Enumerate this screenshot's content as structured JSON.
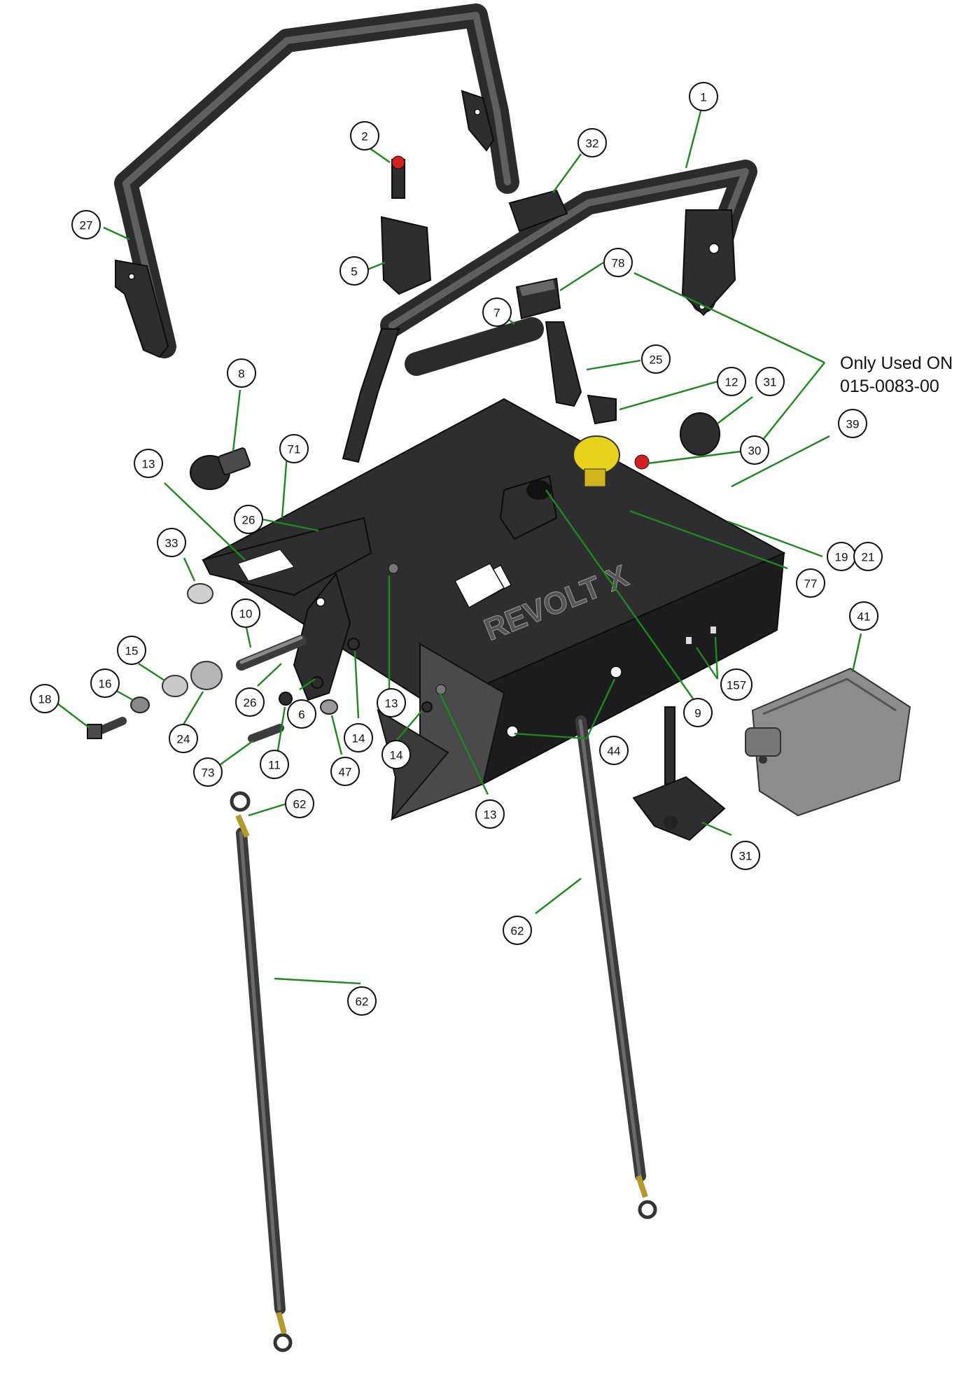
{
  "callouts": [
    {
      "id": "c1",
      "label": "1"
    },
    {
      "id": "c2",
      "label": "2"
    },
    {
      "id": "c5",
      "label": "5"
    },
    {
      "id": "c6",
      "label": "6"
    },
    {
      "id": "c7",
      "label": "7"
    },
    {
      "id": "c8",
      "label": "8"
    },
    {
      "id": "c9",
      "label": "9"
    },
    {
      "id": "c10",
      "label": "10"
    },
    {
      "id": "c11",
      "label": "11"
    },
    {
      "id": "c12",
      "label": "12"
    },
    {
      "id": "c13a",
      "label": "13"
    },
    {
      "id": "c13b",
      "label": "13"
    },
    {
      "id": "c13c",
      "label": "13"
    },
    {
      "id": "c14a",
      "label": "14"
    },
    {
      "id": "c14b",
      "label": "14"
    },
    {
      "id": "c15",
      "label": "15"
    },
    {
      "id": "c16",
      "label": "16"
    },
    {
      "id": "c18",
      "label": "18"
    },
    {
      "id": "c19",
      "label": "19"
    },
    {
      "id": "c21",
      "label": "21"
    },
    {
      "id": "c24",
      "label": "24"
    },
    {
      "id": "c25",
      "label": "25"
    },
    {
      "id": "c26a",
      "label": "26"
    },
    {
      "id": "c26b",
      "label": "26"
    },
    {
      "id": "c27",
      "label": "27"
    },
    {
      "id": "c30",
      "label": "30"
    },
    {
      "id": "c31a",
      "label": "31"
    },
    {
      "id": "c31b",
      "label": "31"
    },
    {
      "id": "c32",
      "label": "32"
    },
    {
      "id": "c33",
      "label": "33"
    },
    {
      "id": "c39",
      "label": "39"
    },
    {
      "id": "c41",
      "label": "41"
    },
    {
      "id": "c44",
      "label": "44"
    },
    {
      "id": "c47",
      "label": "47"
    },
    {
      "id": "c62a",
      "label": "62"
    },
    {
      "id": "c62b",
      "label": "62"
    },
    {
      "id": "c62c",
      "label": "62"
    },
    {
      "id": "c71",
      "label": "71"
    },
    {
      "id": "c73",
      "label": "73"
    },
    {
      "id": "c77",
      "label": "77"
    },
    {
      "id": "c78",
      "label": "78"
    },
    {
      "id": "c157",
      "label": "157"
    }
  ],
  "note": {
    "line1": "Only Used ON",
    "line2": "015-0083-00"
  },
  "logo_text": "REVOLT X",
  "colors": {
    "leader": "#1a8a1a",
    "part_dark": "#2e2e30",
    "knob_yellow": "#e8d21e",
    "button_red": "#d42020"
  }
}
